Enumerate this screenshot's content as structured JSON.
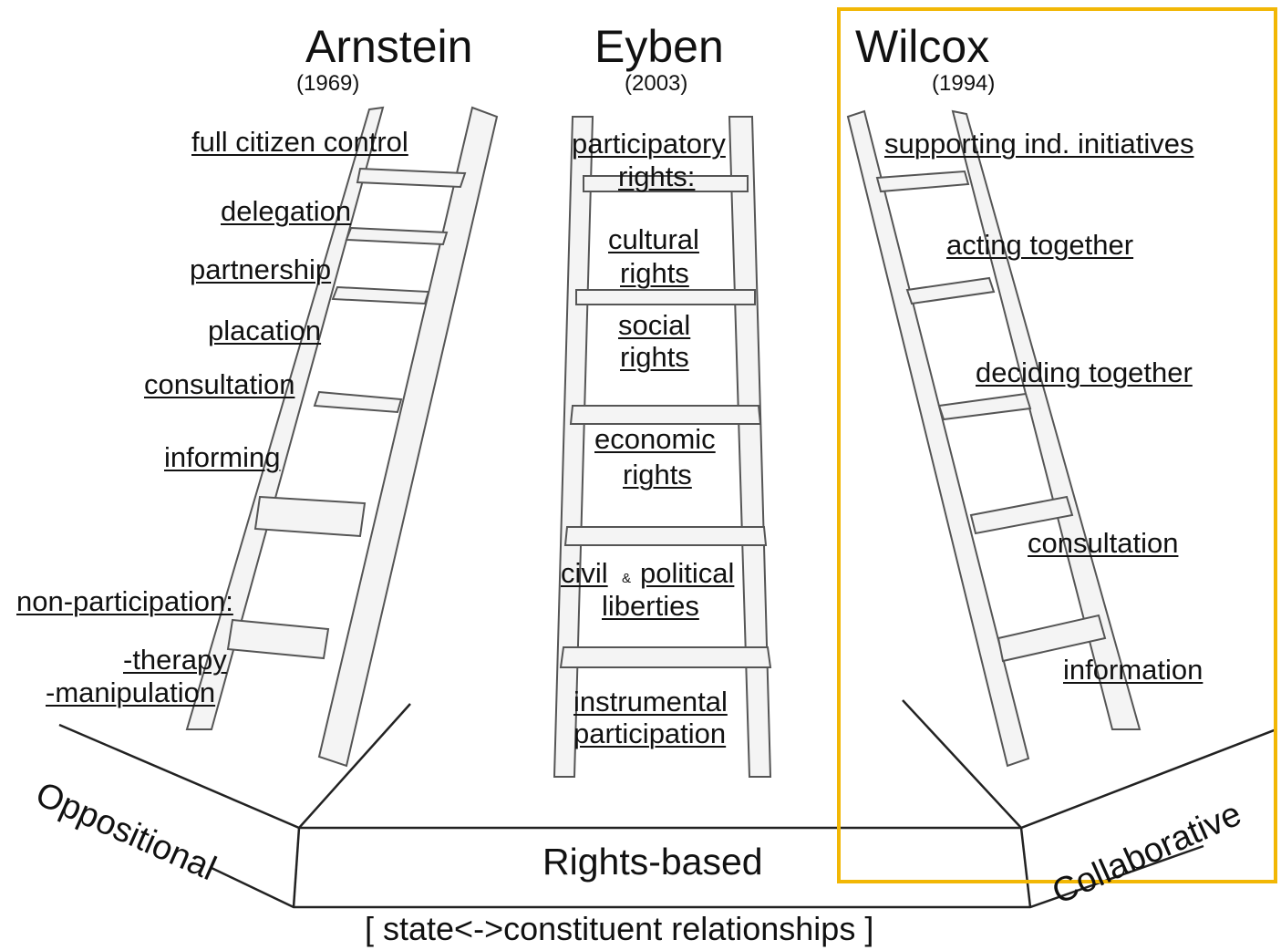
{
  "columns": [
    {
      "author": "Arnstein",
      "year": "(1969)",
      "rungs": [
        "full citizen control",
        "delegation",
        "partnership",
        "placation",
        "consultation",
        "informing",
        "non-participation:",
        "-therapy",
        "-manipulation"
      ]
    },
    {
      "author": "Eyben",
      "year": "(2003)",
      "rungs": [
        "participatory",
        "rights:",
        "cultural",
        "rights",
        "social",
        "rights",
        "economic",
        "rights",
        "civil",
        "&",
        "political",
        "liberties",
        "instrumental",
        "participation"
      ]
    },
    {
      "author": "Wilcox",
      "year": "(1994)",
      "rungs": [
        "supporting ind. initiatives",
        "acting together",
        "deciding together",
        "consultation",
        "information"
      ]
    }
  ],
  "base": {
    "left_label": "Oppositional",
    "center_label": "Rights-based",
    "right_label": "Collaborative",
    "bottom_label": "[ state<->constituent relationships ]"
  },
  "colors": {
    "highlight": "#f2b705",
    "ladder_fill": "#f4f4f4",
    "ladder_stroke": "#555555",
    "line": "#222222"
  }
}
